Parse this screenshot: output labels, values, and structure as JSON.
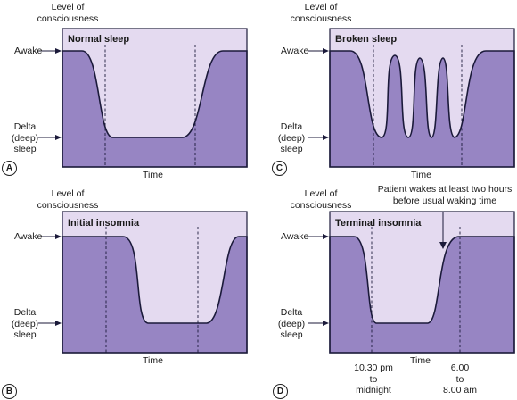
{
  "colors": {
    "light_fill": "#e4daf0",
    "dark_fill": "#9785c3",
    "line": "#1b1a3a"
  },
  "panels": [
    {
      "letter": "A",
      "title": "Normal sleep",
      "level_label": "Level of\nconsciousness",
      "awake_label": "Awake",
      "delta_label": "Delta\n(deep)\nsleep",
      "time_label": "Time"
    },
    {
      "letter": "C",
      "title": "Broken sleep",
      "level_label": "Level of\nconsciousness",
      "awake_label": "Awake",
      "delta_label": "Delta\n(deep)\nsleep",
      "time_label": "Time"
    },
    {
      "letter": "B",
      "title": "Initial insomnia",
      "level_label": "Level of\nconsciousness",
      "awake_label": "Awake",
      "delta_label": "Delta\n(deep)\nsleep",
      "time_label": "Time"
    },
    {
      "letter": "D",
      "title": "Terminal insomnia",
      "level_label": "Level of\nconsciousness",
      "awake_label": "Awake",
      "delta_label": "Delta\n(deep)\nsleep",
      "time_label": "Time",
      "annotation": "Patient wakes at least two hours\nbefore usual waking time",
      "start_label": "10.30 pm\nto\nmidnight",
      "end_label": "6.00\nto\n8.00 am"
    }
  ]
}
